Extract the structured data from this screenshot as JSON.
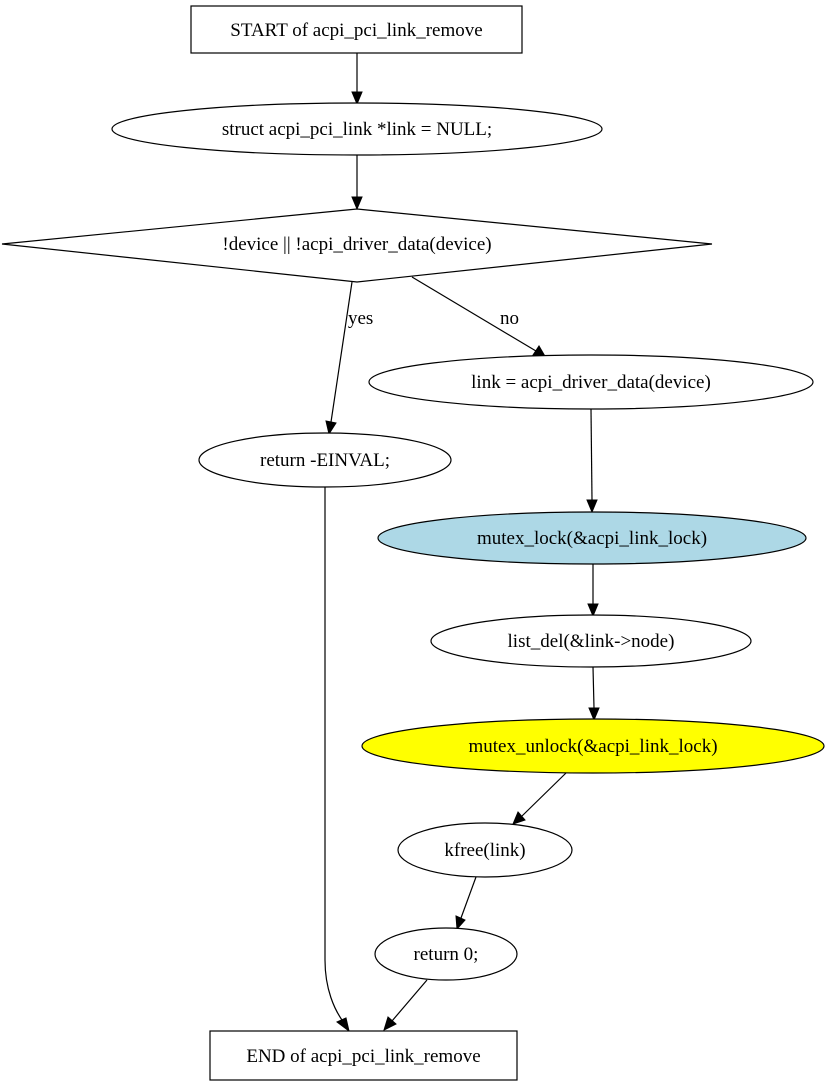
{
  "nodes": {
    "start": {
      "label": "START of acpi_pci_link_remove",
      "shape": "box",
      "fill": "#ffffff"
    },
    "decl": {
      "label": "struct acpi_pci_link *link = NULL;",
      "shape": "ellipse",
      "fill": "#ffffff"
    },
    "cond": {
      "label": "!device || !acpi_driver_data(device)",
      "shape": "diamond",
      "fill": "#ffffff"
    },
    "assign": {
      "label": "link = acpi_driver_data(device)",
      "shape": "ellipse",
      "fill": "#ffffff"
    },
    "einval": {
      "label": "return -EINVAL;",
      "shape": "ellipse",
      "fill": "#ffffff"
    },
    "lock": {
      "label": "mutex_lock(&acpi_link_lock)",
      "shape": "ellipse",
      "fill": "#add8e6"
    },
    "listdel": {
      "label": "list_del(&link->node)",
      "shape": "ellipse",
      "fill": "#ffffff"
    },
    "unlock": {
      "label": "mutex_unlock(&acpi_link_lock)",
      "shape": "ellipse",
      "fill": "#ffff00"
    },
    "kfree": {
      "label": "kfree(link)",
      "shape": "ellipse",
      "fill": "#ffffff"
    },
    "ret0": {
      "label": "return 0;",
      "shape": "ellipse",
      "fill": "#ffffff"
    },
    "end": {
      "label": "END of acpi_pci_link_remove",
      "shape": "box",
      "fill": "#ffffff"
    }
  },
  "edges": {
    "yes_label": "yes",
    "no_label": "no"
  }
}
